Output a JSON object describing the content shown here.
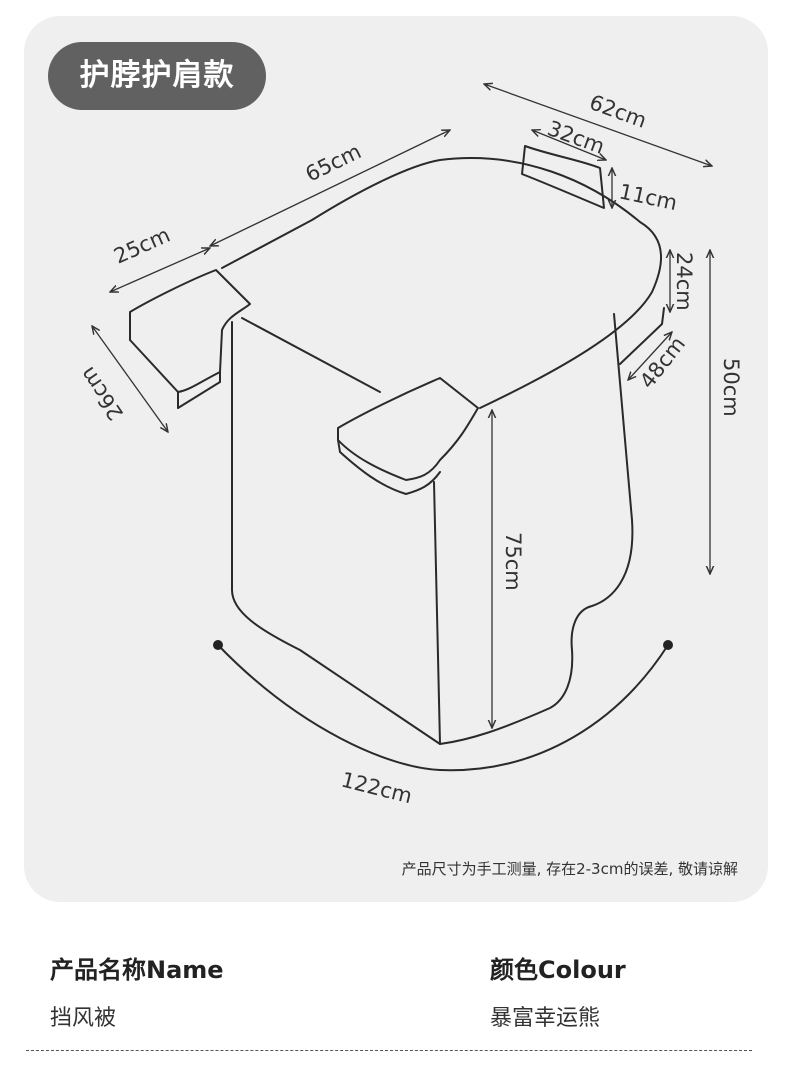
{
  "badge": "护脖护肩款",
  "dimensions": {
    "width_top": "62cm",
    "pillow_width": "32cm",
    "pillow_height": "11cm",
    "length_top": "65cm",
    "flap_width": "25cm",
    "flap_depth": "26cm",
    "side_height": "24cm",
    "side_depth": "48cm",
    "total_height": "50cm",
    "front_height": "75cm",
    "circumference": "122cm"
  },
  "note": "产品尺寸为手工测量, 存在2-3cm的误差, 敬请谅解",
  "info": {
    "name_label": "产品名称Name",
    "name_value": "挡风被",
    "colour_label": "颜色Colour",
    "colour_value": "暴富幸运熊"
  }
}
